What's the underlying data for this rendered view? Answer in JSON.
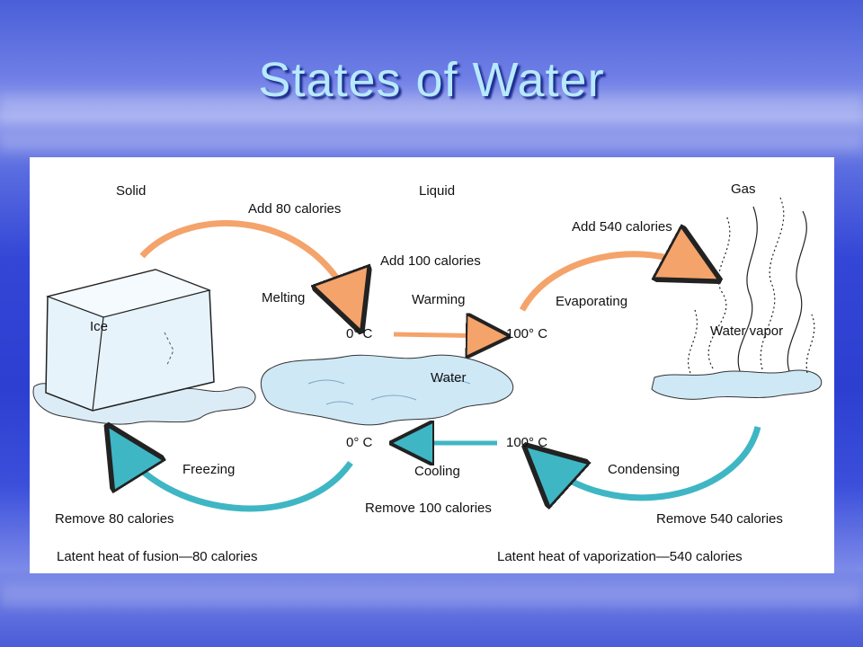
{
  "slide": {
    "title": "States of Water"
  },
  "diagram": {
    "states": {
      "solid": "Solid",
      "liquid": "Liquid",
      "gas": "Gas"
    },
    "objects": {
      "ice": "Ice",
      "water": "Water",
      "water_vapor": "Water vapor"
    },
    "top": {
      "melt_calories": "Add 80 calories",
      "melting": "Melting",
      "warm_calories": "Add 100 calories",
      "warming": "Warming",
      "evap_calories": "Add 540 calories",
      "evaporating": "Evaporating",
      "temp_low": "0° C",
      "temp_high": "100° C"
    },
    "bottom": {
      "temp_low": "0° C",
      "temp_high": "100° C",
      "freezing": "Freezing",
      "cooling": "Cooling",
      "condensing": "Condensing",
      "freeze_calories": "Remove 80 calories",
      "cool_calories": "Remove 100 calories",
      "condense_calories": "Remove 540 calories"
    },
    "footer": {
      "fusion": "Latent heat of fusion—80 calories",
      "vaporization": "Latent heat of vaporization—540 calories"
    },
    "colors": {
      "warm_arrow": "#f4a36b",
      "cool_arrow": "#3fb6c4",
      "ice": "#e6f3fb",
      "water": "#cfe8f6"
    }
  }
}
